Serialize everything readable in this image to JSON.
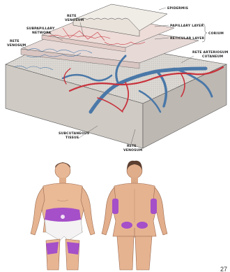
{
  "skin_diagram": {
    "labels": {
      "rete_venosum_top": [
        "RETE",
        "VENOSUM"
      ],
      "subpapillary": [
        "SUBPAPILLARY",
        "NETWORK"
      ],
      "rete_venosum_left": [
        "RETE",
        "VENOSUM"
      ],
      "epidermis": "EPIDERMIS",
      "papillary": "PAPILLARY LAYER",
      "reticular": "RETICULAR LAYER",
      "corium": "CORIUM",
      "rete_arteriosum": [
        "RETE ARTERIOSUM",
        "CUTANEUM"
      ],
      "subcutaneous": [
        "SUBCUTANEOUS",
        "TISSUE"
      ],
      "rete_venosum_bottom": [
        "RETE",
        "VENOSUM"
      ]
    },
    "colors": {
      "artery": "#c8323c",
      "vein": "#4a78a8",
      "tissue": "#d8d4cf"
    }
  },
  "injection_sites": {
    "highlight_color": "#a54fc9",
    "views": [
      "front",
      "back"
    ]
  },
  "page_number": "27"
}
